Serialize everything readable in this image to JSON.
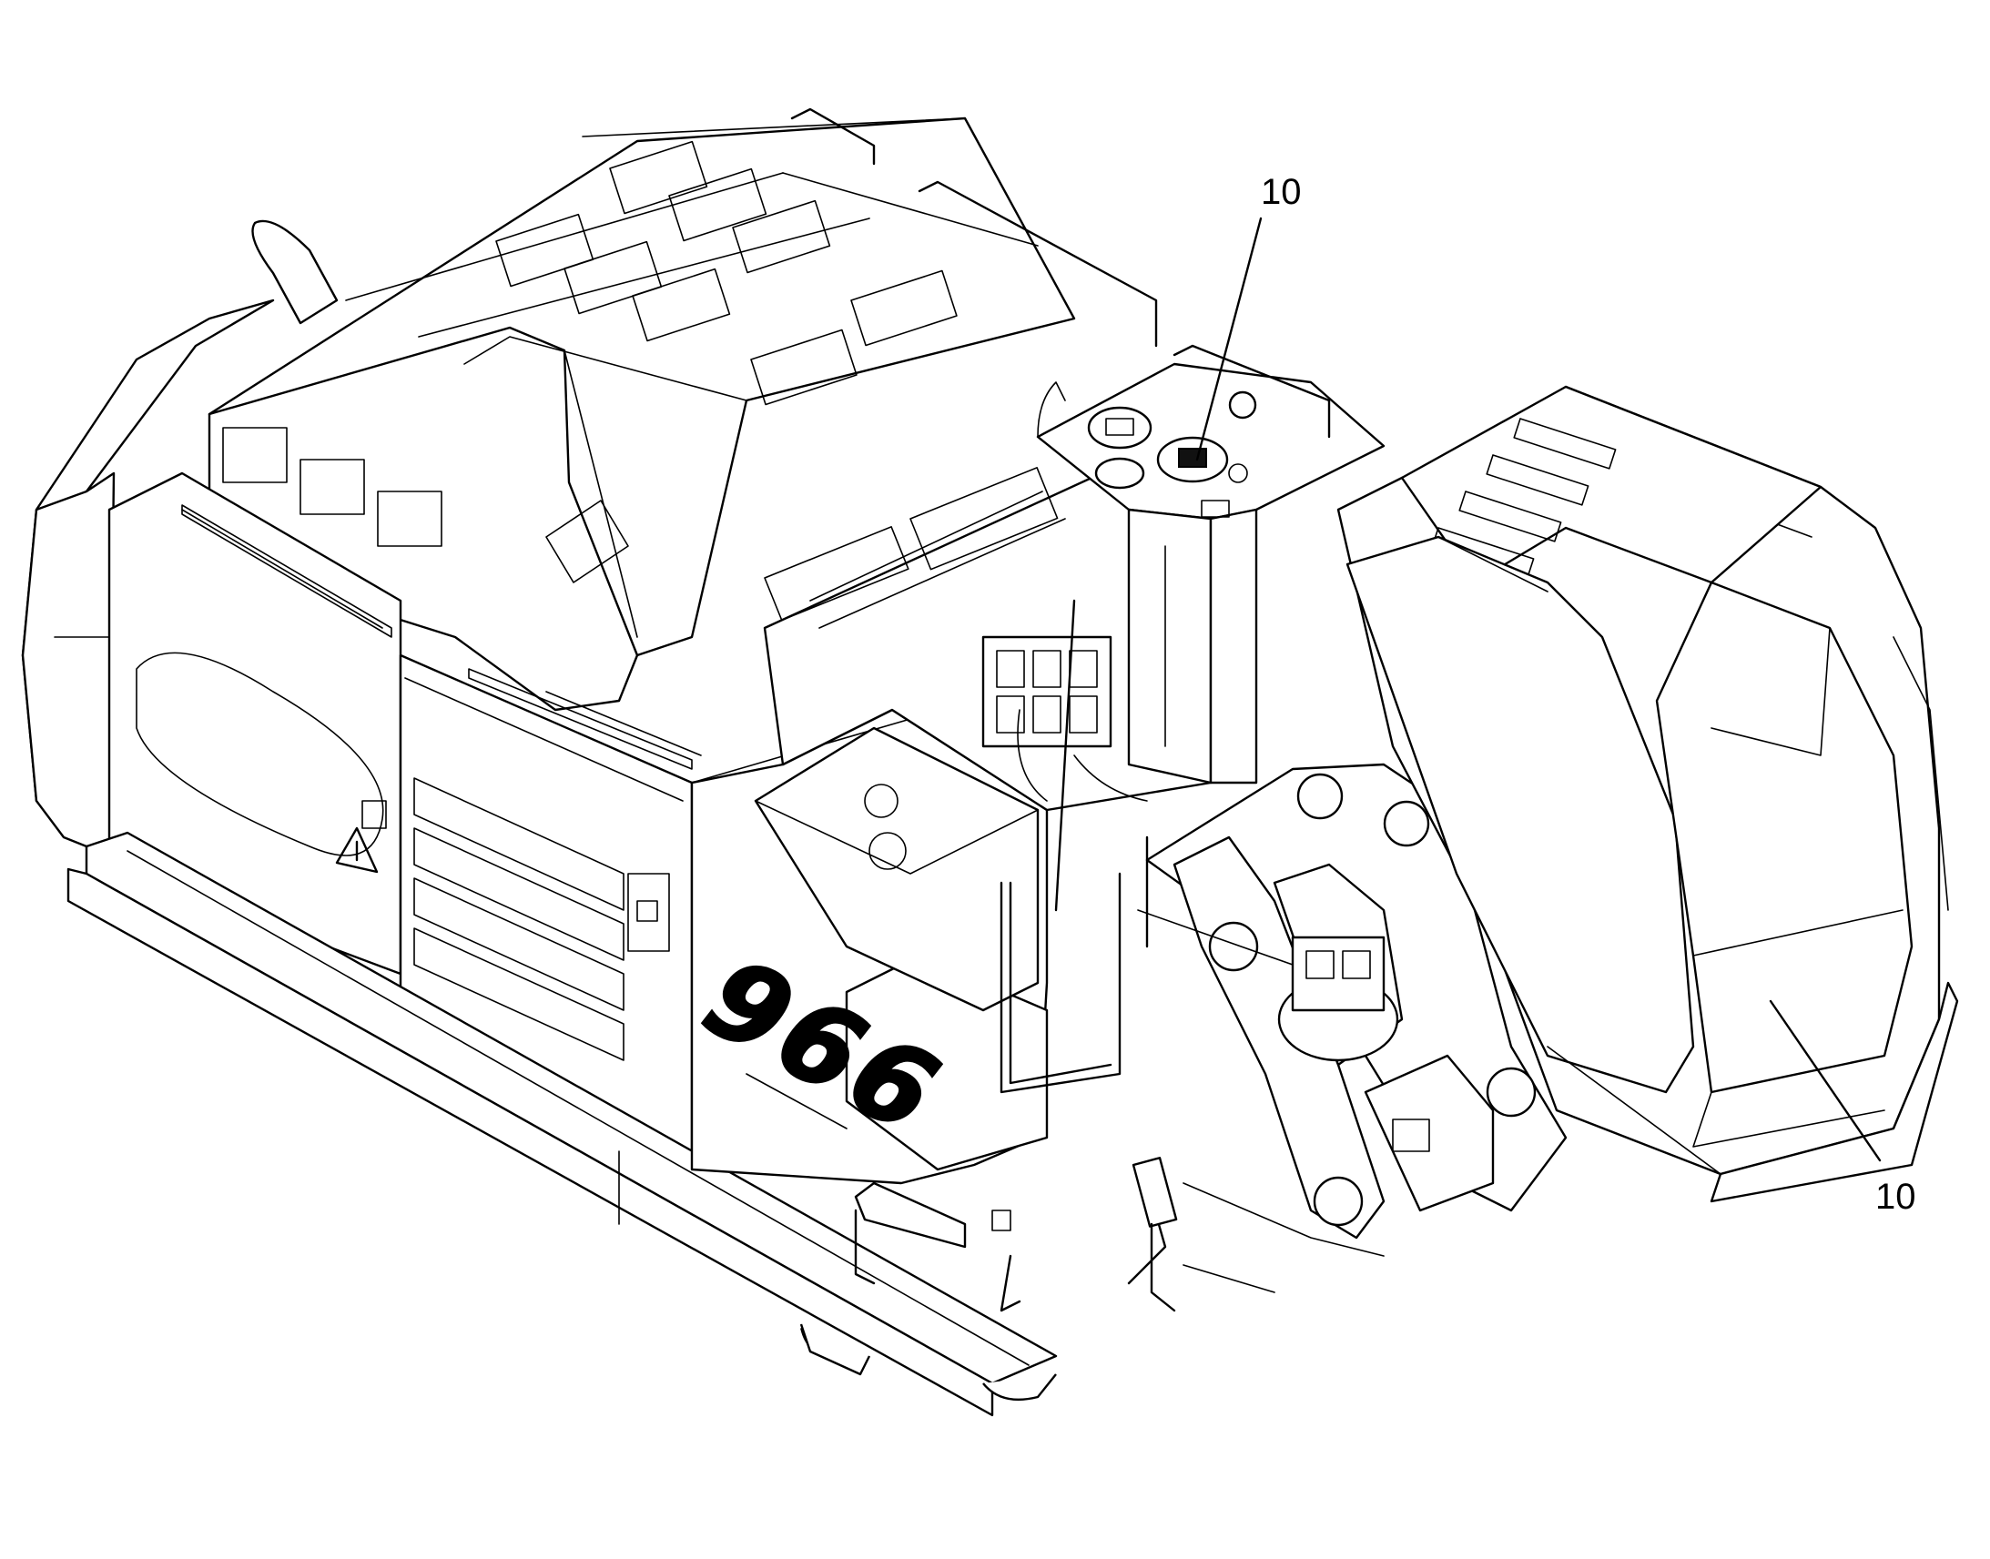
{
  "callouts": [
    {
      "id": "callout-1",
      "label": "10"
    },
    {
      "id": "callout-2",
      "label": "10"
    }
  ],
  "machine": {
    "model_marking": "966"
  },
  "colors": {
    "line": "#000000",
    "background": "#ffffff"
  },
  "icons": [
    "warning-triangle-icon"
  ]
}
